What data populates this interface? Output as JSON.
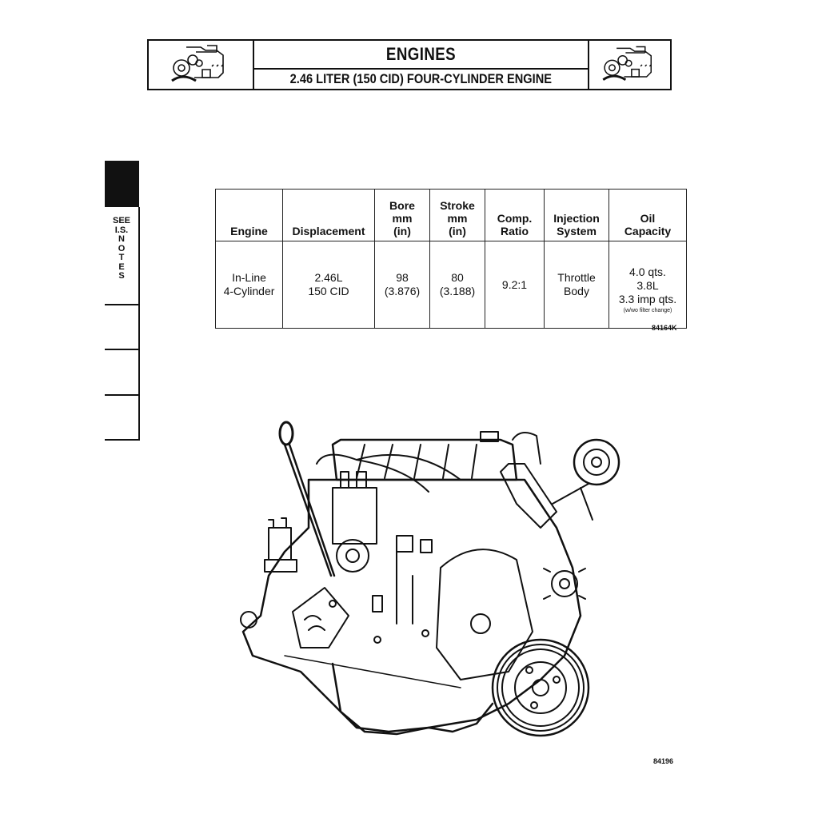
{
  "header": {
    "title": "ENGINES",
    "subtitle": "2.46 LITER (150 CID) FOUR-CYLINDER ENGINE",
    "left_icon": "engine-thumbnail-icon",
    "right_icon": "engine-thumbnail-icon"
  },
  "side_tab": {
    "label_lines": [
      "SEE",
      "I.S.",
      "N",
      "O",
      "T",
      "E",
      "S"
    ]
  },
  "spec_table": {
    "headers": [
      [
        "Engine"
      ],
      [
        "Displacement"
      ],
      [
        "Bore",
        "mm",
        "(in)"
      ],
      [
        "Stroke",
        "mm",
        "(in)"
      ],
      [
        "Comp.",
        "Ratio"
      ],
      [
        "Injection",
        "System"
      ],
      [
        "Oil",
        "Capacity"
      ]
    ],
    "row": {
      "engine": [
        "In-Line",
        "4-Cylinder"
      ],
      "displacement": [
        "2.46L",
        "150 CID"
      ],
      "bore": [
        "98",
        "(3.876)"
      ],
      "stroke": [
        "80",
        "(3.188)"
      ],
      "comp_ratio": "9.2:1",
      "injection": [
        "Throttle",
        "Body"
      ],
      "oil_capacity": [
        "4.0 qts.",
        "3.8L",
        "3.3 imp qts."
      ],
      "oil_note": "(w/wo filter change)"
    },
    "figure_code": "84164K"
  },
  "illustration": {
    "name": "engine-line-drawing",
    "figure_code": "84196"
  }
}
